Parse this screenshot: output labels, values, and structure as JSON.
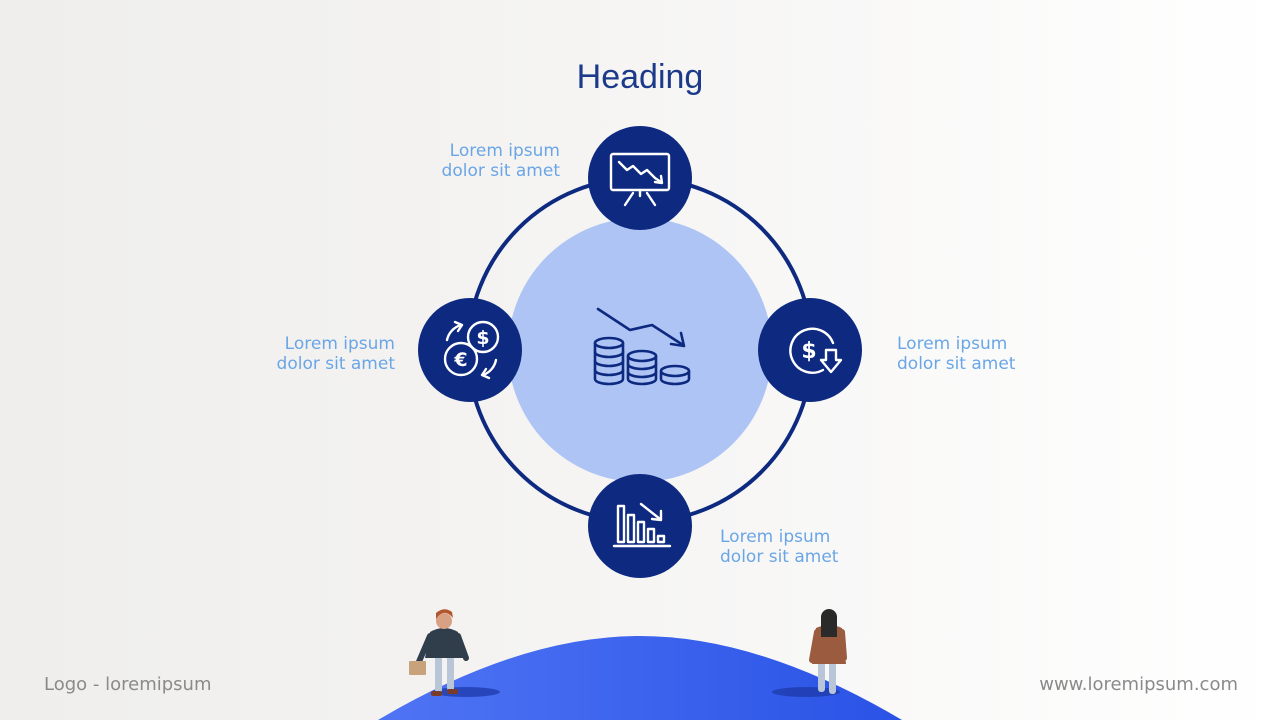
{
  "heading": "Heading",
  "items": {
    "top": {
      "line1": "Lorem ipsum",
      "line2": "dolor sit amet",
      "icon": "presentation-chart-down-icon"
    },
    "left": {
      "line1": "Lorem ipsum",
      "line2": "dolor sit amet",
      "icon": "currency-exchange-icon"
    },
    "right": {
      "line1": "Lorem ipsum",
      "line2": "dolor sit amet",
      "icon": "dollar-down-icon"
    },
    "bottom": {
      "line1": "Lorem ipsum",
      "line2": "dolor sit amet",
      "icon": "bar-chart-down-icon"
    }
  },
  "center_icon": "coins-decline-icon",
  "footer": {
    "logo": "Logo - loremipsum",
    "website": "www.loremipsum.com"
  },
  "colors": {
    "heading": "#1b3a8a",
    "node": "#0d2a80",
    "ring": "#0d2a80",
    "center": "#aec4f4",
    "caption": "#6aa6e6",
    "footer": "#8a8a8a",
    "globe_start": "#4a6ff2",
    "globe_end": "#2c56e8"
  }
}
